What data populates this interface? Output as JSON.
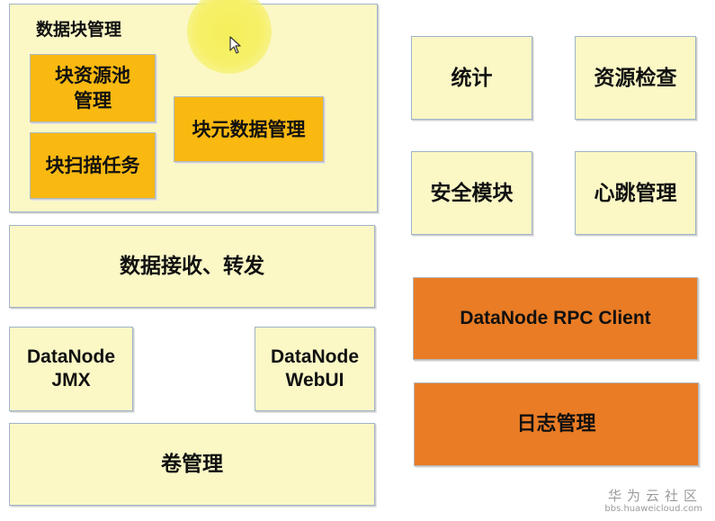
{
  "diagram": {
    "block_management": {
      "title": "数据块管理",
      "pool": [
        "块资源池",
        "管理"
      ],
      "scan": "块扫描任务",
      "metadata": "块元数据管理"
    },
    "data_receive": "数据接收、转发",
    "jmx": [
      "DataNode",
      "JMX"
    ],
    "webui": [
      "DataNode",
      "WebUI"
    ],
    "volume": "卷管理",
    "stats": "统计",
    "resource_check": "资源检查",
    "security": "安全模块",
    "heartbeat": "心跳管理",
    "rpc_client": "DataNode RPC Client",
    "log": "日志管理"
  },
  "watermark": {
    "main": "华为云社区",
    "sub": "bbs.huaweicloud.com"
  },
  "colors": {
    "light_box": "#fbf8c6",
    "gold_box": "#f9b911",
    "dark_orange_box": "#e97c25",
    "box_border": "#9fb3c8",
    "highlight": "#f4ef5a"
  },
  "icons": {
    "pointer": "mouse-cursor-icon"
  }
}
